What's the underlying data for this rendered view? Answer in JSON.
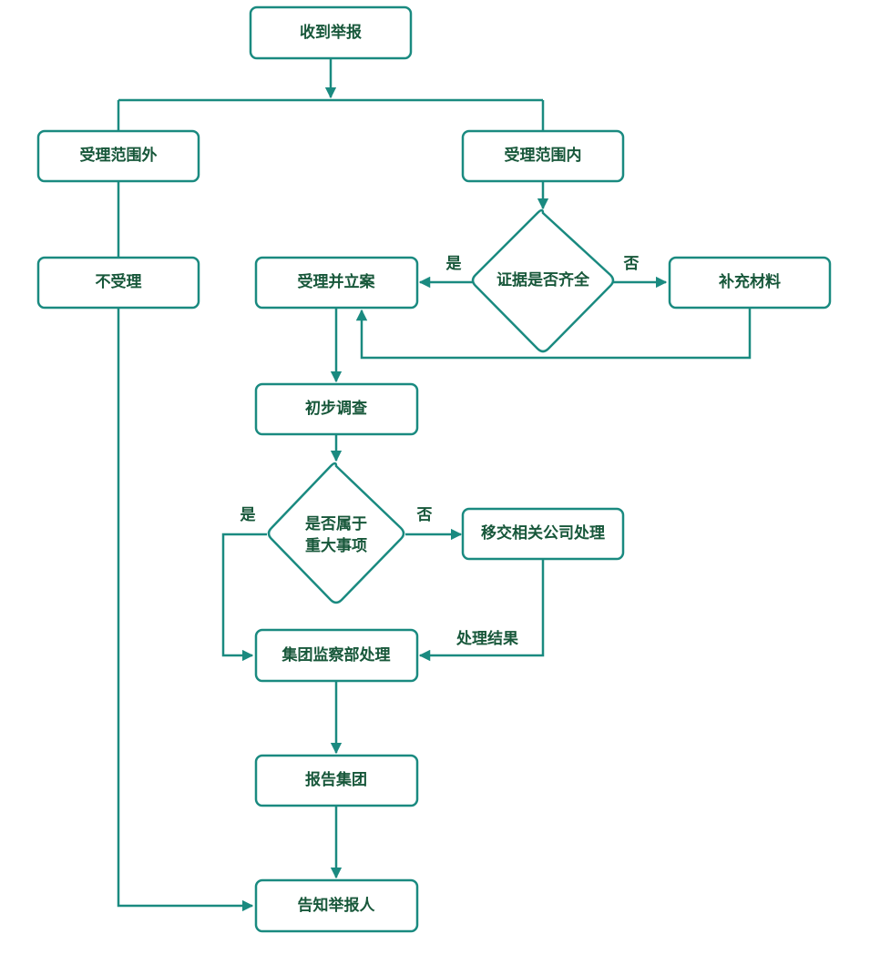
{
  "colors": {
    "line": "#1a8a80",
    "text": "#17573a",
    "background": "#ffffff"
  },
  "nodes": {
    "receive_report": "收到举报",
    "out_of_scope": "受理范围外",
    "in_scope": "受理范围内",
    "not_accepted": "不受理",
    "accept_and_file": "受理并立案",
    "evidence_complete_line1": "证据是否齐全",
    "supplement_materials": "补充材料",
    "preliminary_investigation": "初步调查",
    "major_matter_line1": "是否属于",
    "major_matter_line2": "重大事项",
    "transfer_company": "移交相关公司处理",
    "supervision_handling": "集团监察部处理",
    "report_group": "报告集团",
    "notify_reporter": "告知举报人"
  },
  "edge_labels": {
    "evidence_yes": "是",
    "evidence_no": "否",
    "major_yes": "是",
    "major_no": "否",
    "handling_result": "处理结果"
  }
}
